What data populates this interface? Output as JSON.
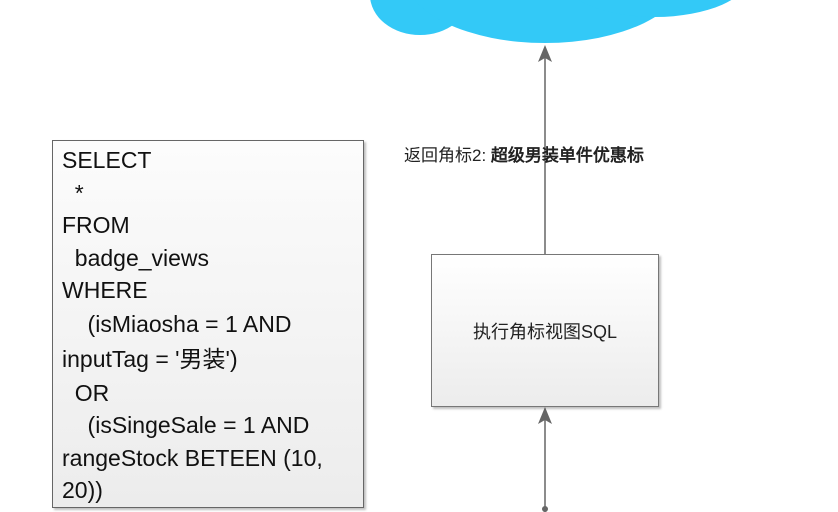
{
  "colors": {
    "cloud": "#33C9F7",
    "arrow": "#666666"
  },
  "sql_box": {
    "lines": [
      "SELECT",
      "  *",
      "FROM",
      "  badge_views",
      "WHERE",
      "    (isMiaosha = 1 AND",
      "inputTag = '男装')",
      "  OR",
      "    (isSingeSale = 1 AND",
      "rangeStock BETEEN (10,",
      "20))"
    ]
  },
  "process_box": {
    "label": "执行角标视图SQL"
  },
  "edge_label": {
    "prefix": "返回角标2: ",
    "value": "超级男装单件优惠标"
  }
}
